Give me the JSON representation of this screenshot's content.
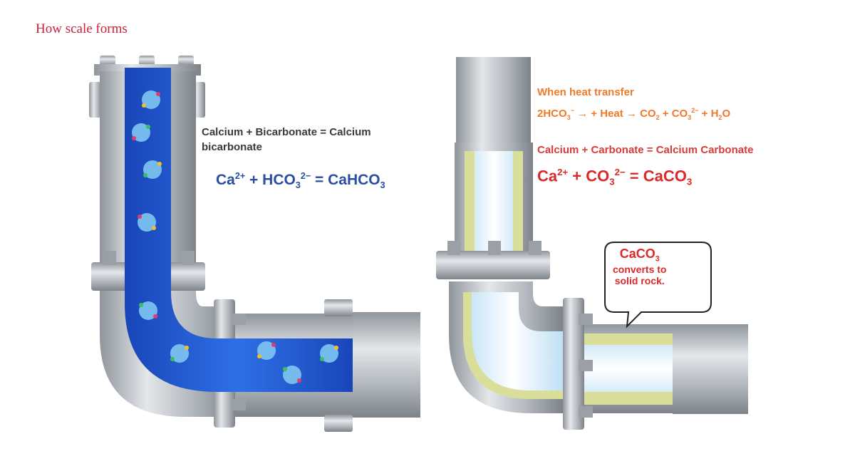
{
  "title": "How scale forms",
  "left": {
    "word_equation": "Calcium + Bicarbonate = Calcium bicarbonate",
    "formula": {
      "ca": "Ca",
      "ca_charge": "2+",
      "plus": " + HCO",
      "hco_sub": "3",
      "hco_charge": "2−",
      "product": " = CaHCO",
      "product_sub": "3"
    }
  },
  "right": {
    "heat_label": "When heat transfer",
    "heat_equation": {
      "part1": "2HCO",
      "sub1": "3",
      "sup1": "−",
      "part2": " → + Heat → CO",
      "sub2": "2",
      "part3": " + CO",
      "sub3": "3",
      "sup3": "2−",
      "part4": " + H",
      "sub4": "2",
      "part5": "O"
    },
    "word_equation": "Calcium + Carbonate = Calcium Carbonate",
    "formula": {
      "ca": "Ca",
      "ca_charge": "2+",
      "plus": " + CO",
      "co_sub": "3",
      "co_charge": "2−",
      "product": " = CaCO",
      "product_sub": "3"
    },
    "callout": {
      "formula": "CaCO",
      "formula_sub": "3",
      "line1": "converts to",
      "line2": "solid rock."
    }
  },
  "colors": {
    "water": "#1f5bd1",
    "steel": "#b9bec4",
    "scale": "#d9df9a",
    "title": "#c8203a"
  }
}
